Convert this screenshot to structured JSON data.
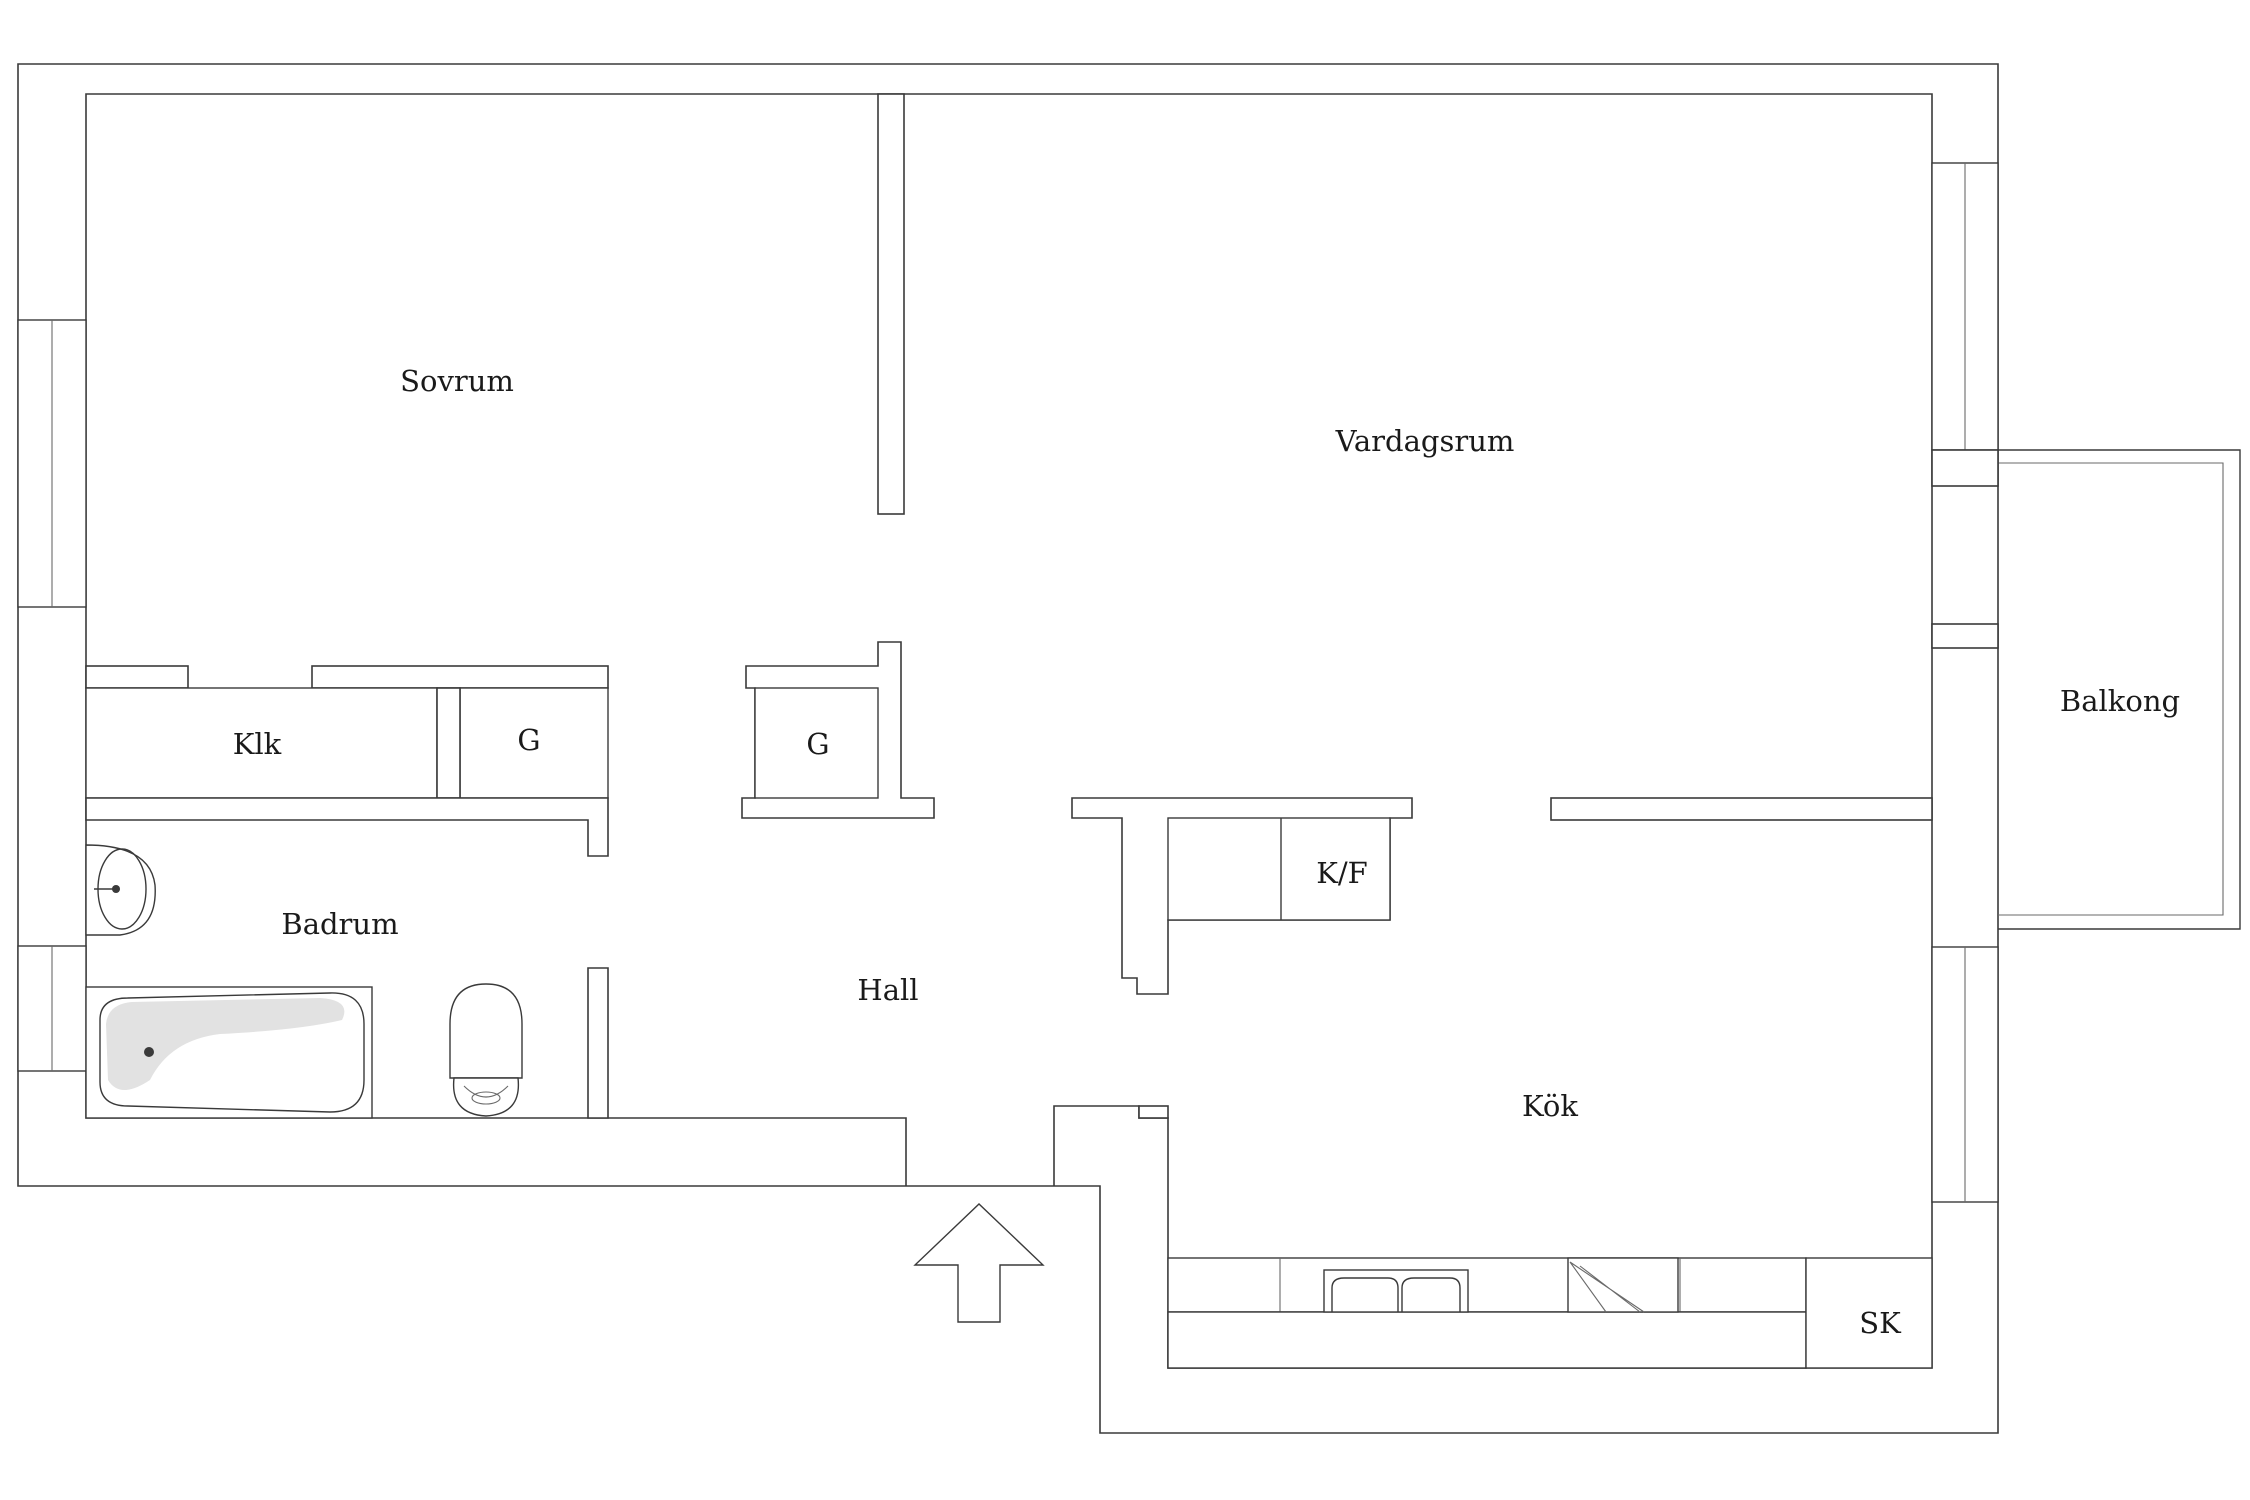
{
  "plan": {
    "rooms": {
      "sovrum": "Sovrum",
      "vardagsrum": "Vardagsrum",
      "balkong": "Balkong",
      "klk": "Klk",
      "g1": "G",
      "g2": "G",
      "kf": "K/F",
      "badrum": "Badrum",
      "hall": "Hall",
      "kok": "Kök",
      "sk": "SK"
    },
    "colors": {
      "wall": "#3a3a3a",
      "background": "#ffffff",
      "tub_shade": "#e2e2e2"
    },
    "icons": [
      "entrance-arrow-icon",
      "sink-icon",
      "bathtub-icon",
      "toilet-icon",
      "kitchen-sink-icon",
      "stove-icon"
    ]
  }
}
